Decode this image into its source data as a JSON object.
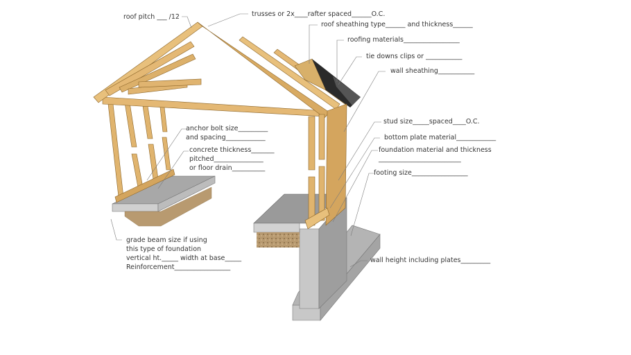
{
  "colors": {
    "wood_light": "#e8c07c",
    "wood_mid": "#d4a55e",
    "wood_dark": "#b8873e",
    "wood_edge": "#8a6428",
    "sheathing": "#d9b06a",
    "shingles": "#2a2a2a",
    "concrete_top": "#a8a8a8",
    "concrete_side": "#c4c4c4",
    "concrete_dark": "#8c8c8c",
    "gravel": "#b89a70",
    "leader_line": "#7a7a7a",
    "text": "#333333"
  },
  "labels": {
    "roof_pitch": "roof pitch ___ /12",
    "trusses": "trusses or 2x____rafter spaced______O.C.",
    "roof_sheathing": "roof sheathing type______ and thickness______",
    "roofing_materials": "roofing materials_________________",
    "tie_downs": "tie downs clips or ___________",
    "wall_sheathing": "wall sheathing___________",
    "stud_size": "stud size_____spaced____O.C.",
    "bottom_plate": "bottom plate material____________",
    "foundation_material_1": "foundation material and thickness",
    "foundation_material_2": "_________________________",
    "footing_size": "footing size_________________",
    "anchor_bolt_1": "anchor bolt size_________",
    "anchor_bolt_2": "and spacing____________",
    "concrete_1": "concrete thickness_______",
    "concrete_2": "pitched_______________",
    "concrete_3": "or floor drain__________",
    "grade_beam_1": "grade beam size if using",
    "grade_beam_2": "this type of foundation",
    "grade_beam_3": "vertical ht._____ width at base_____",
    "grade_beam_4": "Reinforcement_________________",
    "wall_height": "wall height including plates_________"
  }
}
